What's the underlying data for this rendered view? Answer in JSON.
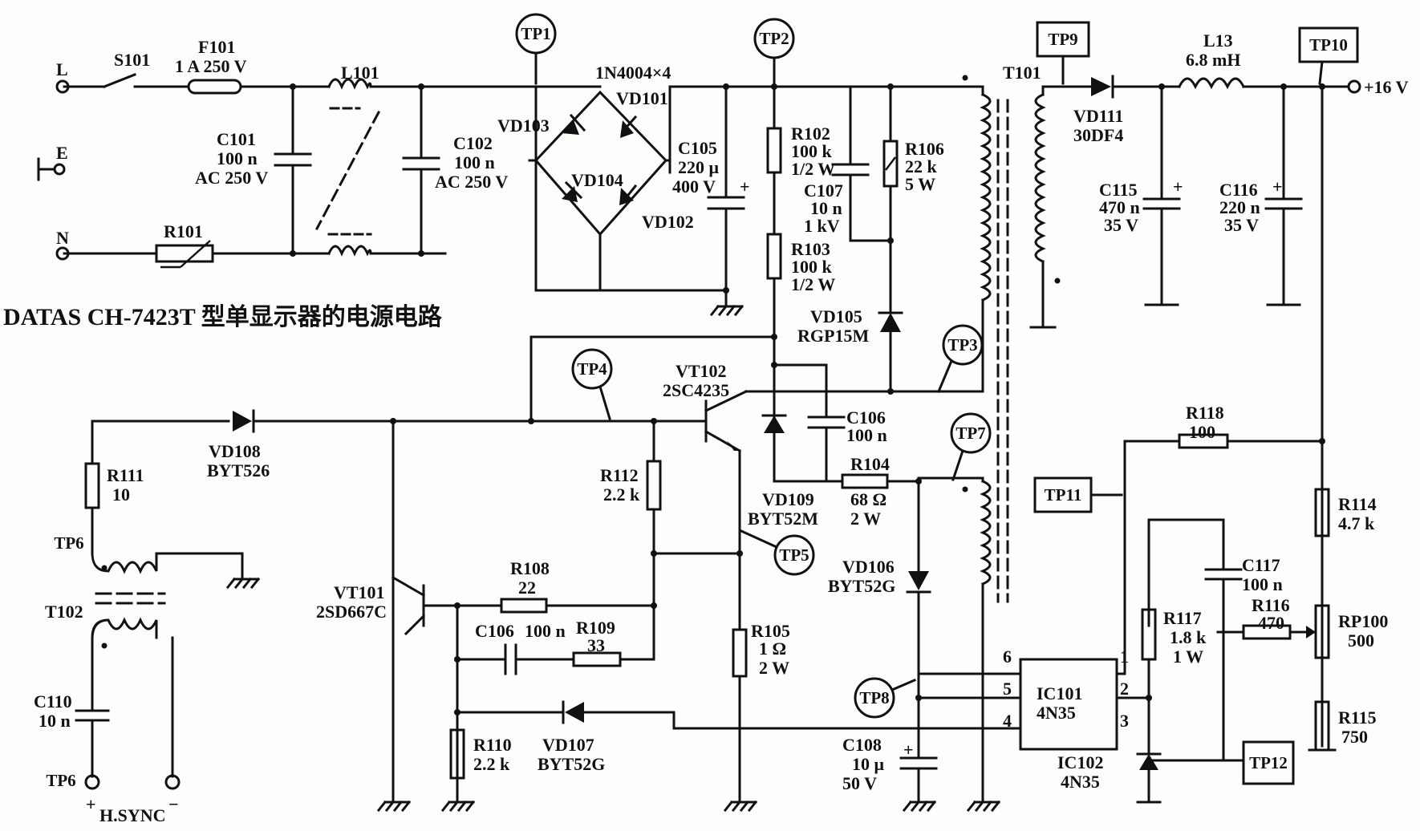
{
  "title": "DATAS CH-7423T 型单显示器的电源电路",
  "terminals": {
    "L": "L",
    "E": "E",
    "N": "N",
    "out": "+16 V",
    "hsync": "H.SYNC",
    "plus": "+",
    "minus": "−"
  },
  "test_points": [
    "TP1",
    "TP2",
    "TP3",
    "TP4",
    "TP5",
    "TP6",
    "TP7",
    "TP8",
    "TP9",
    "TP10",
    "TP11",
    "TP12"
  ],
  "parts": {
    "S101": "S101",
    "F101": {
      "name": "F101",
      "value": "1 A 250 V"
    },
    "L101": "L101",
    "C101": {
      "name": "C101",
      "v1": "100 n",
      "v2": "AC 250 V"
    },
    "C102": {
      "name": "C102",
      "v1": "100 n",
      "v2": "AC 250 V"
    },
    "R101": "R101",
    "bridge": "1N4004×4",
    "VD101": "VD101",
    "VD102": "VD102",
    "VD103": "VD103",
    "VD104": "VD104",
    "C105": {
      "name": "C105",
      "v1": "220 μ",
      "v2": "400 V"
    },
    "R102": {
      "name": "R102",
      "v1": "100 k",
      "v2": "1/2 W"
    },
    "R103": {
      "name": "R103",
      "v1": "100 k",
      "v2": "1/2 W"
    },
    "C107": {
      "name": "C107",
      "v1": "10 n",
      "v2": "1 kV"
    },
    "R106": {
      "name": "R106",
      "v1": "22 k",
      "v2": "5 W"
    },
    "VD105": {
      "name": "VD105",
      "v1": "RGP15M"
    },
    "T101": "T101",
    "VD111": {
      "name": "VD111",
      "v1": "30DF4"
    },
    "L13": {
      "name": "L13",
      "v1": "6.8 mH"
    },
    "C115": {
      "name": "C115",
      "v1": "470 n",
      "v2": "35 V"
    },
    "C116": {
      "name": "C116",
      "v1": "220 n",
      "v2": "35 V"
    },
    "VT102": {
      "name": "VT102",
      "v1": "2SC4235"
    },
    "C106a": {
      "name": "C106",
      "v1": "100 n"
    },
    "R104": {
      "name": "R104",
      "v1": "68 Ω",
      "v2": "2 W"
    },
    "VD109": {
      "name": "VD109",
      "v1": "BYT52M"
    },
    "VD108": {
      "name": "VD108",
      "v1": "BYT526"
    },
    "R111": {
      "name": "R111",
      "v1": "10"
    },
    "T102": "T102",
    "C110": {
      "name": "C110",
      "v1": "10 n"
    },
    "R112": {
      "name": "R112",
      "v1": "2.2 k"
    },
    "VT101": {
      "name": "VT101",
      "v1": "2SD667C"
    },
    "R108": {
      "name": "R108",
      "v1": "22"
    },
    "C106b": {
      "name": "C106",
      "v1": "100 n"
    },
    "R109": {
      "name": "R109",
      "v1": "33"
    },
    "R105": {
      "name": "R105",
      "v1": "1 Ω",
      "v2": "2 W"
    },
    "R110": {
      "name": "R110",
      "v1": "2.2 k"
    },
    "VD107": {
      "name": "VD107",
      "v1": "BYT52G"
    },
    "VD106": {
      "name": "VD106",
      "v1": "BYT52G"
    },
    "C108": {
      "name": "C108",
      "v1": "10 μ",
      "v2": "50 V"
    },
    "IC101": {
      "name": "IC101",
      "v1": "4N35"
    },
    "IC102": {
      "name": "IC102",
      "v1": "4N35"
    },
    "R118": {
      "name": "R118",
      "v1": "100"
    },
    "R114": {
      "name": "R114",
      "v1": "4.7 k"
    },
    "C117": {
      "name": "C117",
      "v1": "100 n"
    },
    "R117": {
      "name": "R117",
      "v1": "1.8 k",
      "v2": "1 W"
    },
    "R116": {
      "name": "R116",
      "v1": "470"
    },
    "RP100": {
      "name": "RP100",
      "v1": "500"
    },
    "R115": {
      "name": "R115",
      "v1": "750"
    }
  },
  "ic_pins": [
    "6",
    "5",
    "4",
    "1",
    "2",
    "3"
  ]
}
